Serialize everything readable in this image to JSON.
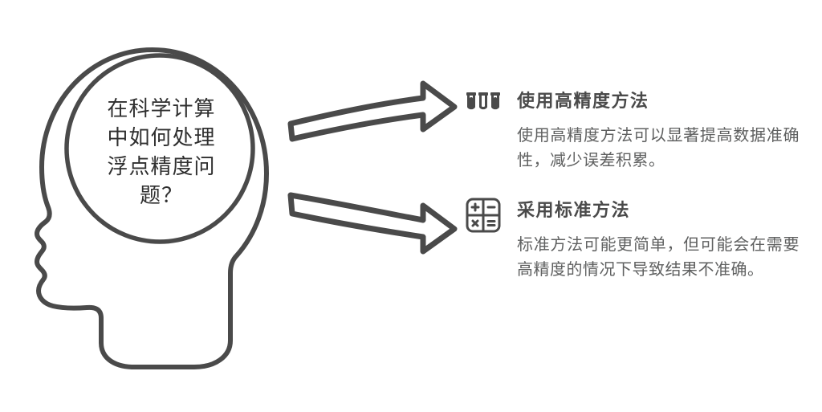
{
  "diagram": {
    "type": "mind-map-infographic",
    "background_color": "#ffffff",
    "stroke_color": "#4a4a4a",
    "title_color": "#4a4a4a",
    "body_color": "#5f6060",
    "question_color": "#2f2f2f"
  },
  "head": {
    "icon_name": "head-profile-silhouette",
    "thought_circle_name": "brain-thought-circle",
    "question": "在科学计算\n中如何处理\n浮点精度问\n题？",
    "question_plain": "在科学计算中如何处理浮点精度问题？"
  },
  "arrows": [
    {
      "name": "arrow-to-branch-1",
      "direction": "right"
    },
    {
      "name": "arrow-to-branch-2",
      "direction": "right"
    }
  ],
  "branches": [
    {
      "icon": "test-tubes-icon",
      "title": "使用高精度方法",
      "description": "使用高精度方法可以显著提高数据准确性，减少误差积累。"
    },
    {
      "icon": "calculator-icon",
      "title": "采用标准方法",
      "description": "标准方法可能更简单，但可能会在需要高精度的情况下导致结果不准确。"
    }
  ]
}
